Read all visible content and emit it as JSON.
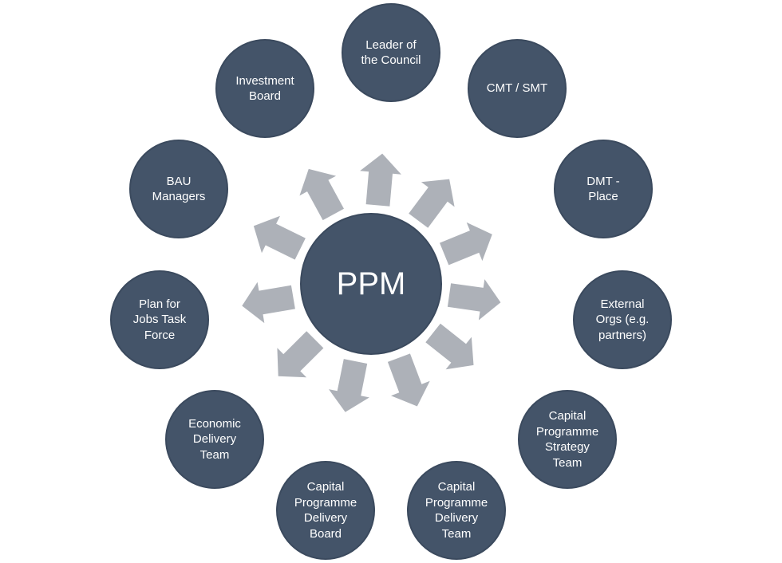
{
  "diagram": {
    "center": "PPM",
    "nodes": [
      {
        "id": "leader",
        "label": "Leader of\nthe Council"
      },
      {
        "id": "cmt",
        "label": "CMT / SMT"
      },
      {
        "id": "dmt",
        "label": "DMT -\nPlace"
      },
      {
        "id": "external",
        "label": "External\nOrgs (e.g.\npartners)"
      },
      {
        "id": "cp-strategy",
        "label": "Capital\nProgramme\nStrategy\nTeam"
      },
      {
        "id": "cp-delivery-team",
        "label": "Capital\nProgramme\nDelivery\nTeam"
      },
      {
        "id": "cp-delivery-board",
        "label": "Capital\nProgramme\nDelivery\nBoard"
      },
      {
        "id": "economic",
        "label": "Economic\nDelivery\nTeam"
      },
      {
        "id": "plan-jobs",
        "label": "Plan for\nJobs Task\nForce"
      },
      {
        "id": "bau",
        "label": "BAU\nManagers"
      },
      {
        "id": "investment",
        "label": "Investment\nBoard"
      }
    ],
    "colors": {
      "node_fill": "#445469",
      "node_text": "#ffffff",
      "arrow_fill": "#adb1b8"
    },
    "connector": "arrow from center toward each node"
  }
}
